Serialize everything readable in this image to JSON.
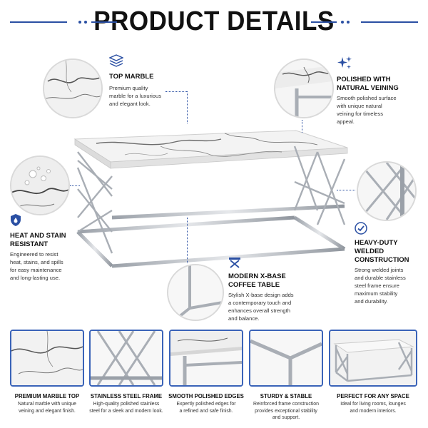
{
  "header": {
    "title": "PRODUCT DETAILS"
  },
  "colors": {
    "accent": "#2a4fa3",
    "steel": "#b8bcc2",
    "marble": "#f3f3f3",
    "vein": "#6d6d6d"
  },
  "features": {
    "top_marble": {
      "icon": "layers-icon",
      "title": "TOP MARBLE",
      "desc": [
        "Premium quality",
        "marble for a luxurious",
        "and elegant look."
      ]
    },
    "polished": {
      "icon": "sparkle-icon",
      "title": [
        "POLISHED WITH",
        "NATURAL VEINING"
      ],
      "desc": [
        "Smooth polished surface",
        "with unique natural",
        "veining for timeless",
        "appeal."
      ]
    },
    "heat_stain": {
      "icon": "shield-drop-icon",
      "title": [
        "HEAT AND STAIN",
        "RESISTANT"
      ],
      "desc": [
        "Engineered to resist",
        "heat, stains, and spills",
        "for easy maintenance",
        "and long-lasting use."
      ]
    },
    "heavy_duty": {
      "icon": "badge-check-icon",
      "title": [
        "HEAVY-DUTY",
        "WELDED",
        "CONSTRUCTION"
      ],
      "desc": [
        "Strong welded joints",
        "and durable stainless",
        "steel frame ensure",
        "maximum stability",
        "and durability."
      ]
    },
    "x_base": {
      "icon": "x-base-icon",
      "title": [
        "MODERN X-BASE",
        "COFFEE TABLE"
      ],
      "desc": [
        "Stylish X-base design adds",
        "a contemporary touch and",
        "enhances overall strength",
        "and balance."
      ]
    }
  },
  "tiles": [
    {
      "title": "PREMIUM MARBLE TOP",
      "desc": [
        "Natural marble with unique",
        "veining and elegant finish."
      ]
    },
    {
      "title": "STAINLESS STEEL FRAME",
      "desc": [
        "High-quality polished stainless",
        "steel for a sleek and modern look."
      ]
    },
    {
      "title": "SMOOTH POLISHED EDGES",
      "desc": [
        "Expertly polished edges for",
        "a refined and safe finish."
      ]
    },
    {
      "title": "STURDY & STABLE",
      "desc": [
        "Reinforced frame construction",
        "provides exceptional stability",
        "and support."
      ]
    },
    {
      "title": "PERFECT FOR ANY SPACE",
      "desc": [
        "Ideal for living rooms, lounges",
        "and modern interiors."
      ]
    }
  ]
}
